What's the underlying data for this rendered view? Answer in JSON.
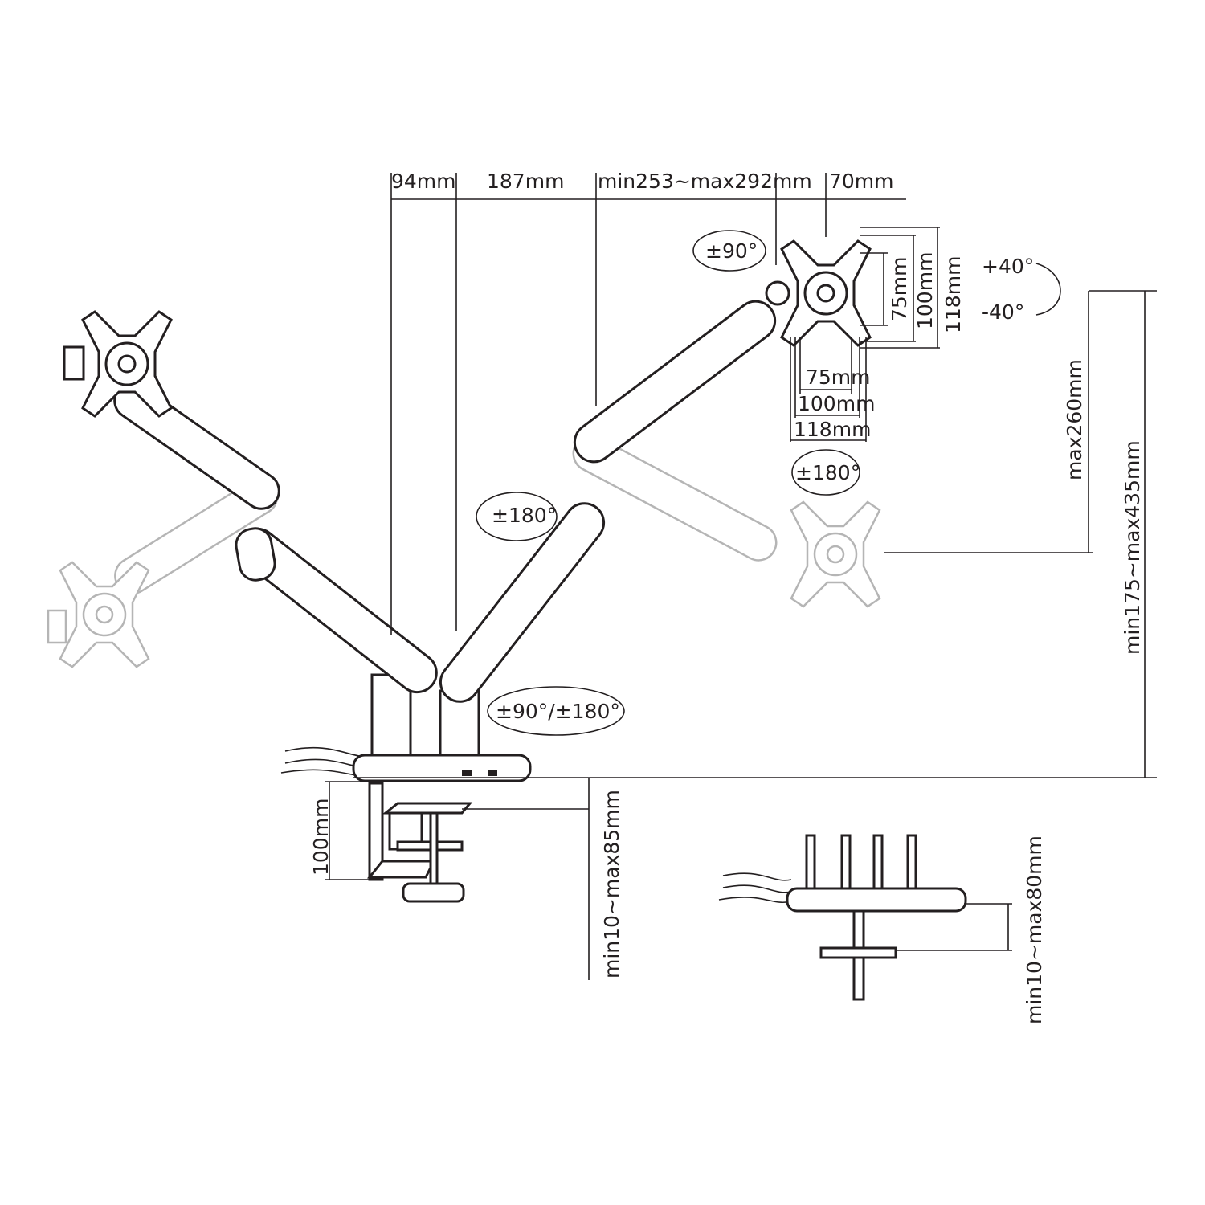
{
  "diagram": {
    "top_dims": {
      "d1": "94mm",
      "d2": "187mm",
      "d3": "min253~max292mm",
      "d4": "70mm"
    },
    "rotations": {
      "tilt_head": "±90°",
      "tilt_up": "+40°",
      "tilt_down": "-40°",
      "swivel_right": "±180°",
      "swivel_mid": "±180°",
      "swivel_base": "±90°/±180°"
    },
    "vesa": {
      "v75": "75mm",
      "v100": "100mm",
      "v118": "118mm",
      "h75": "75mm",
      "h100": "100mm",
      "h118": "118mm"
    },
    "heights": {
      "max_height": "max260mm",
      "range_height": "min175~max435mm"
    },
    "clamp": {
      "clamp_height": "100mm",
      "clamp_range": "min10~max85mm",
      "grommet_range": "min10~max80mm"
    }
  }
}
